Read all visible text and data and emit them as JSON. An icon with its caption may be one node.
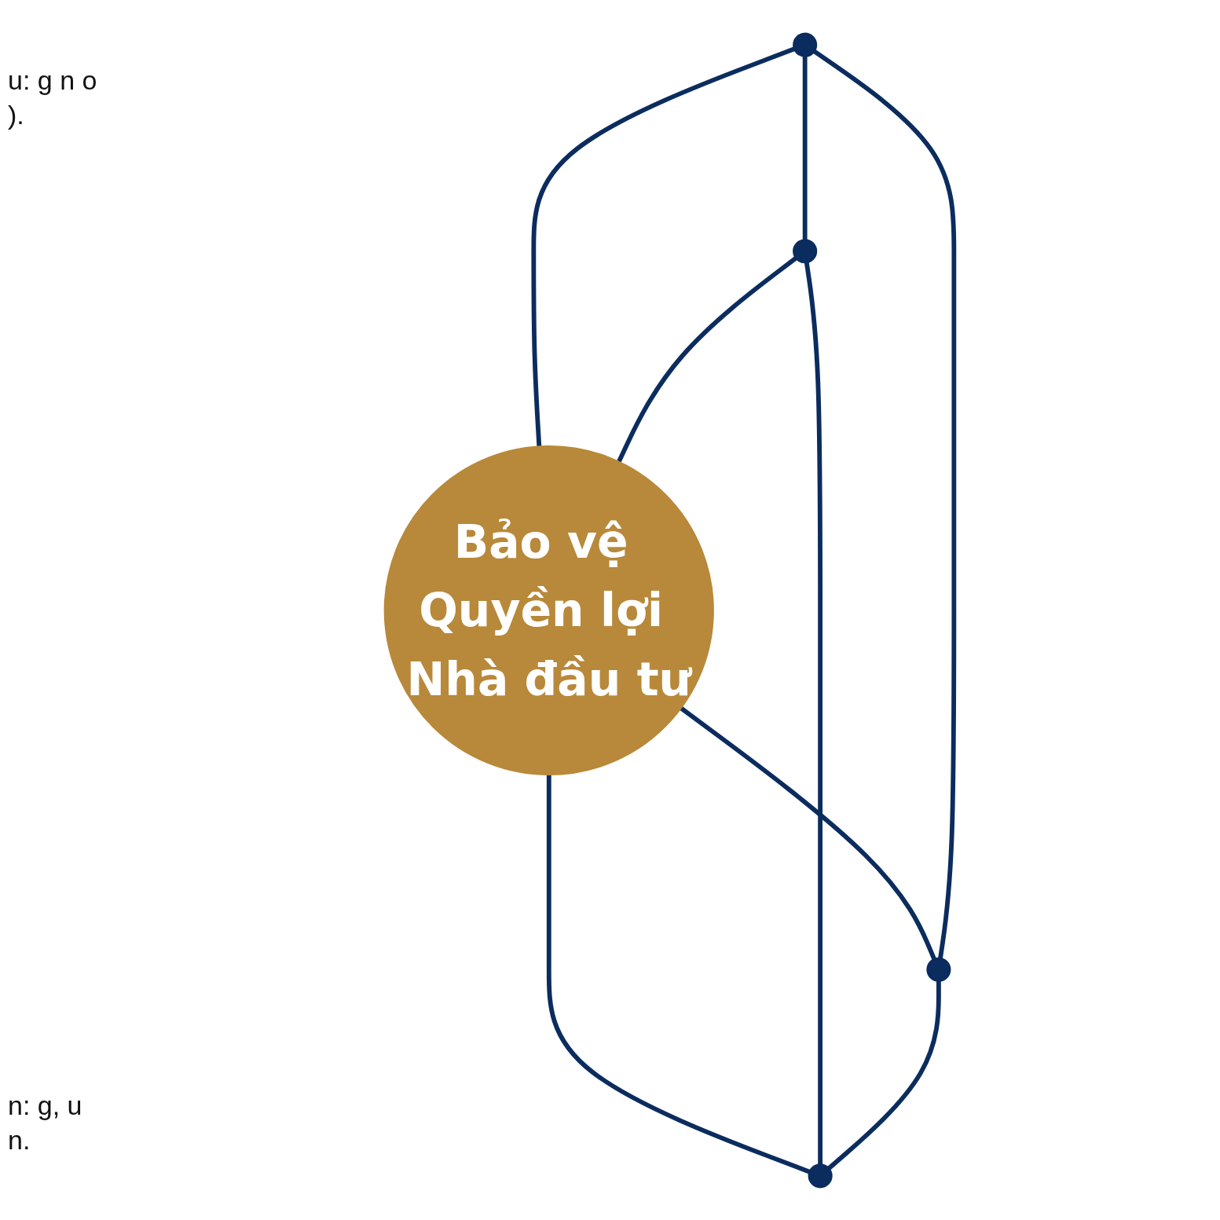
{
  "diagram": {
    "nodes": [
      {
        "text": [],
        "shape": "circle"
      },
      {
        "text": [],
        "shape": "circle"
      },
      {
        "text": [
          "Bảo vệ Quyền lợi Nhà đầu tư"
        ]
      },
      {
        "text": [],
        "shape": "circle"
      },
      {
        "text": [],
        "shape": "circle"
      }
    ],
    "edges": [
      {
        "from": 0,
        "to": 1,
        "arrow": "none"
      },
      {
        "from": 0,
        "to": 2,
        "arrow": "none"
      },
      {
        "from": 1,
        "to": 2,
        "arrow": "none"
      },
      {
        "from": 2,
        "to": 3,
        "arrow": "none"
      },
      {
        "from": 2,
        "to": 4,
        "arrow": "none"
      },
      {
        "from": 1,
        "to": 4,
        "arrow": "none"
      },
      {
        "from": 3,
        "to": 4,
        "arrow": "none"
      },
      {
        "from": 0,
        "to": 3,
        "arrow": "none"
      }
    ],
    "labels": [
      "u: g n o ).",
      "n: g, u n."
    ]
  }
}
